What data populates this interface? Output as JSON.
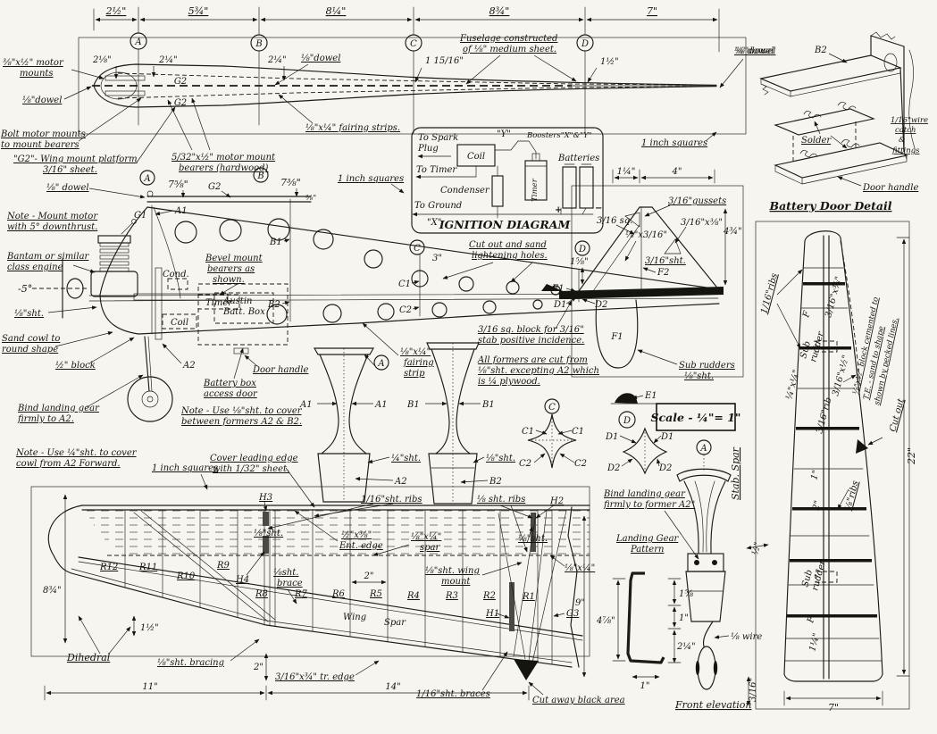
{
  "drawing": {
    "type": "Model airplane construction plan",
    "scale_note": "Scale - ¼\"= 1\""
  },
  "stations": {
    "a": "A",
    "b": "B",
    "c": "C",
    "d": "D"
  },
  "top_dims": {
    "s1": "2½\"",
    "s2": "5¾\"",
    "s3": "8¼\"",
    "s4": "8¾\"",
    "s5": "7\""
  },
  "top_view": {
    "motor_mounts_1": "⅜\"x½\" motor",
    "motor_mounts_2": "mounts",
    "dowel": "⅛\"dowel",
    "dim_nose": "2⅛\"",
    "dim_a": "2¼\"",
    "dim_b": "2¼\"",
    "dim_c": "1 15/16\"",
    "dim_d": "1½\"",
    "g2": "G2",
    "bolt_1": "Bolt motor mounts",
    "bolt_2": "to mount bearers",
    "platform_1": "\"G2\"- Wing mount platform",
    "platform_2": "3/16\" sheet.",
    "bearers_1": "5/32\"x½\" motor mount",
    "bearers_2": "bearers (hardwood)",
    "fairing_strips": "⅛\"x¼\" fairing strips.",
    "fuselage_1": "Fuselage constructed",
    "fuselage_2": "of ⅛\" medium sheet.",
    "inch_squares": "1 inch squares"
  },
  "ignition": {
    "to_spark_1": "To Spark",
    "to_spark_2": "Plug",
    "coil": "Coil",
    "y": "\"Y\"",
    "boosters": "Boosters\"X\"&\"Y\"",
    "batteries": "Batteries",
    "to_timer": "To Timer",
    "condenser": "Condenser",
    "timer": "Timer",
    "to_ground": "To Ground",
    "x": "\"X\"",
    "title": "IGNITION DIAGRAM",
    "plus": "+",
    "minus": "−"
  },
  "battery_door": {
    "dowel": "⅛\"dowel",
    "b2": "B2",
    "solder": "Solder",
    "catch_1": "1/16\"wire",
    "catch_2": "catch",
    "catch_3": "&",
    "catch_4": "fittings",
    "door_handle": "Door handle",
    "caption": "Battery Door Detail"
  },
  "side_view": {
    "dowel": "⅛\" dowel",
    "dim_a": "7⅝\"",
    "g2": "G2",
    "dim_b": "7⅜\"",
    "dim_38": "⅜\"",
    "note_motor_1": "Note - Mount motor",
    "note_motor_2": "with 5° downthrust.",
    "engine_1": "Bantam or similar",
    "engine_2": "class engine",
    "thrust": "-5°",
    "sht_18": "⅛\"sht.",
    "cowl_1": "Sand cowl to",
    "cowl_2": "round shape",
    "block": "½\" block",
    "bind_1": "Bind landing gear",
    "bind_2": "firmly to A2.",
    "note_cowl_1": "Note - Use ¼\"sht. to cover",
    "note_cowl_2": "cowl from A2 Forward.",
    "g1": "G1",
    "a1": "A1",
    "a2": "A2",
    "b1": "B1",
    "b2": "B2",
    "c1": "C1",
    "c2": "C2",
    "d1": "D1",
    "d2": "D2",
    "e1": "E1",
    "f1": "F1",
    "cond": "Cond.",
    "timer": "Timer",
    "coil": "Coil",
    "austin_1": "Austin",
    "austin_2": "Batt. Box",
    "bevel_1": "Bevel mount",
    "bevel_2": "bearers as",
    "bevel_3": "shown.",
    "door_handle": "Door handle",
    "batt_door_1": "Battery box",
    "batt_door_2": "access door",
    "note_cover_1": "Note - Use ⅛\"sht. to cover",
    "note_cover_2": "between formers A2 & B2.",
    "lightening_1": "Cut out and sand",
    "lightening_2": "lightening holes.",
    "dim_3": "3\"",
    "fairing_1": "⅛\"x¼\"",
    "fairing_2": "fairing",
    "fairing_3": "strip",
    "inch_squares": "1 inch squares",
    "stab_block_1": "3/16 sq. block for 3/16\"",
    "stab_block_2": "stab positive incidence.",
    "formers_1": "All formers are cut from",
    "formers_2": "⅛\"sht. excepting A2 which",
    "formers_3": "is ¼ plywood.",
    "sub_rudders_1": "Sub rudders",
    "sub_rudders_2": "⅛\"sht."
  },
  "fin": {
    "dim_114": "1¼\"",
    "dim_4": "4\"",
    "gussets": "3/16\"gussets",
    "sq": "3/16 sq.",
    "x316_38": "3/16\"x⅜\"",
    "x18_316": "⅛\"x3/16\"",
    "dim_434": "4¾\"",
    "dim_158": "1⅝\"",
    "sht": "3/16\"sht.",
    "f2": "F2"
  },
  "formers": {
    "a1": "A1",
    "a2": "A2",
    "b1": "B1",
    "b2": "B2",
    "c1": "C1",
    "c2": "C2",
    "d1": "D1",
    "d2": "D2",
    "e1": "E1",
    "sht_14": "¼\"sht.",
    "sht_18": "⅛\"sht.",
    "scale": "Scale - ¼\"= 1\""
  },
  "wing": {
    "inch_squares": "1 inch squares",
    "cover_1": "Cover leading edge",
    "cover_2": "with 1/32\" sheet.",
    "h1": "H1",
    "h2": "H2",
    "h3": "H3",
    "h4": "H4",
    "g3": "G3",
    "r1": "R1",
    "r2": "R2",
    "r3": "R3",
    "r4": "R4",
    "r5": "R5",
    "r6": "R6",
    "r7": "R7",
    "r8": "R8",
    "r9": "R9",
    "r10": "R10",
    "r11": "R11",
    "r12": "R12",
    "sht_18": "⅛\"sht.",
    "brace_1": "⅛sht.",
    "brace_2": "brace",
    "ribs_116": "1/16\"sht. ribs",
    "ribs_18": "⅛ sht. ribs",
    "ent_1": "½\"x⅜\"",
    "ent_2": "Ent. edge",
    "spar_1": "⅛\"x¼\"",
    "spar_2": "spar",
    "mount_1": "⅛\"sht. wing",
    "mount_2": "mount",
    "x18_14": "⅛\"x¼\"",
    "wing_word": "Wing",
    "spar_word": "Spar",
    "dim_834": "8¾\"",
    "dim_112": "1½\"",
    "dihedral": "Dihedral",
    "bracing": "⅛\"sht. bracing",
    "dim_2a": "2\"",
    "dim_2b": "2\"",
    "dim_11": "11\"",
    "dim_14": "14\"",
    "dim_9": "9\"",
    "tr_edge": "3/16\"x¾\" tr. edge",
    "braces": "1/16\"sht. braces",
    "cutaway": "Cut away black area"
  },
  "gear": {
    "bind_1": "Bind landing gear",
    "bind_2": "firmly to former A2\"",
    "pattern_1": "Landing Gear",
    "pattern_2": "Pattern",
    "dim_478": "4⅞\"",
    "dim_158": "1⅝",
    "dim_1a": "1\"",
    "dim_214": "2¼\"",
    "dim_1b": "1\"",
    "wire": "⅛ wire",
    "front_elevation": "Front elevation"
  },
  "stab": {
    "spar": "Stab. Spar",
    "ribs_116": "1/16\"ribs",
    "f": "F",
    "x316_38": "3/16\"x⅜\"",
    "sub_1": "Sub",
    "sub_2": "rudder",
    "x14": "¼\"x¼\"",
    "x316_12": "3/16\"x½\"",
    "rib_316": "3/16\"rib",
    "block_1": "⅛\"x½\" block cemented to",
    "block_2": "T.E. - sand to shape",
    "block_3": "shown by pecked lines.",
    "cut_out": "Cut out",
    "dim_22": "22\"",
    "dim_7": "7\"",
    "ribs_18": "⅛\"ribs",
    "dim_1": "1\"",
    "dim_2": "2\"",
    "dim_114": "1¼\"",
    "dim_12": "½\"",
    "dim_316": "3/16\""
  }
}
